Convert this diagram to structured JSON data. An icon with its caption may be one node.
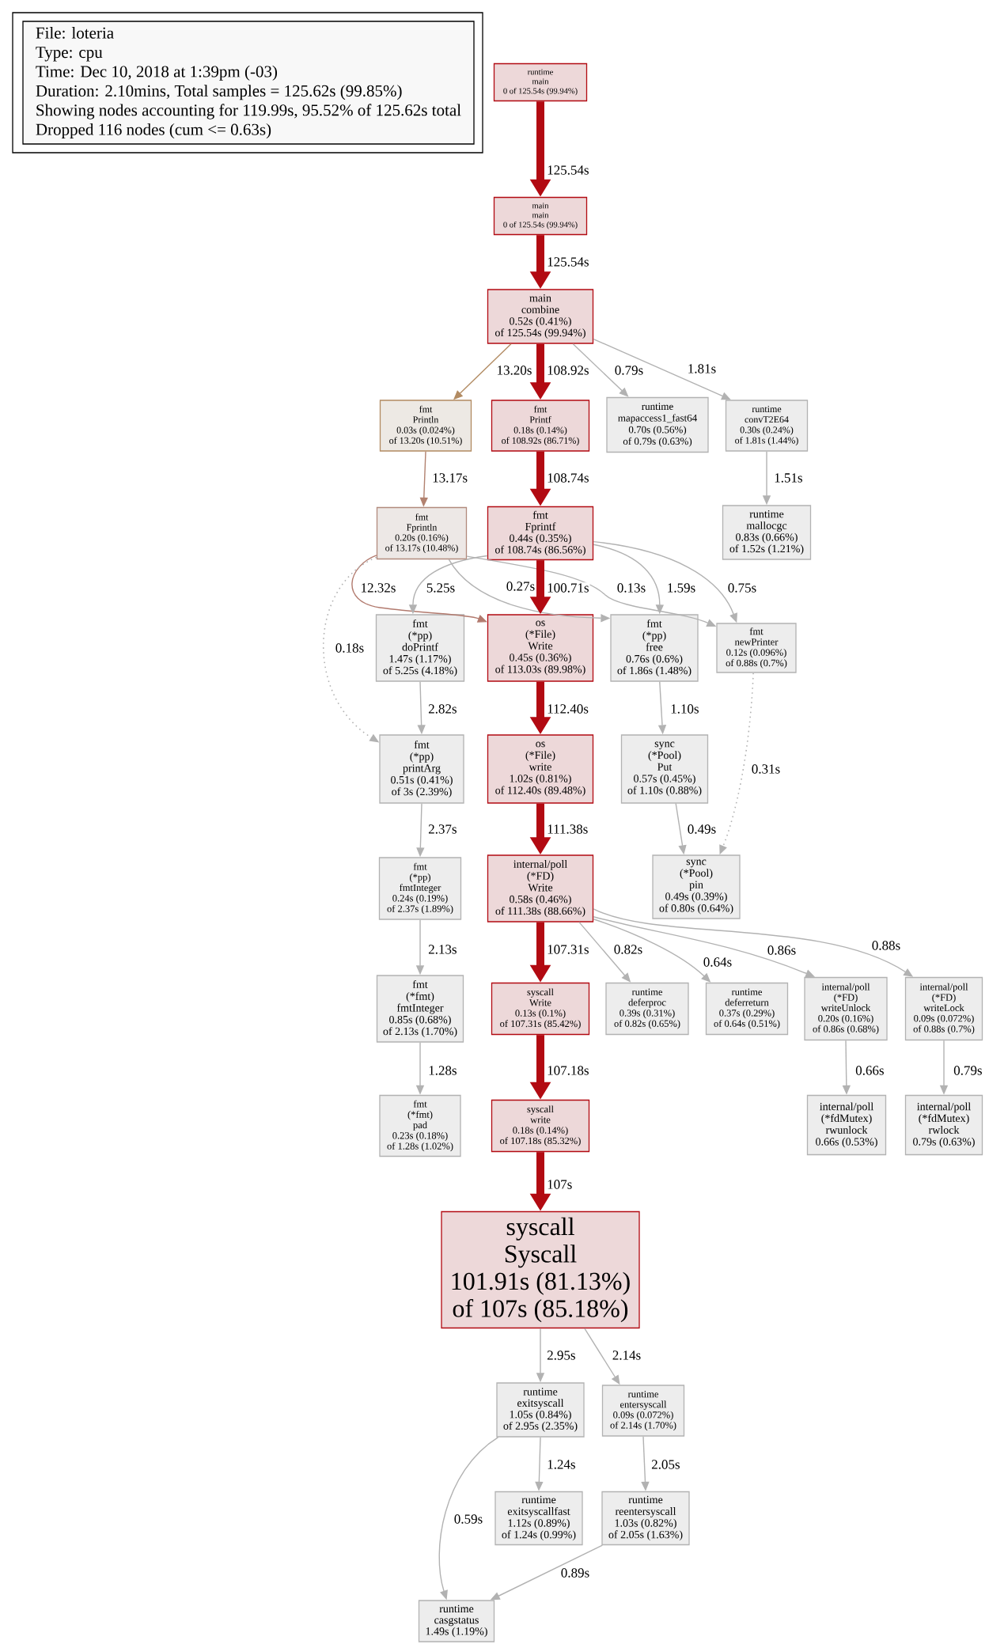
{
  "diagram": {
    "nodes": [
      {
        "text": [
          "File: loteria",
          "Type: cpu",
          "Time: Dec 10, 2018 at 1:39pm (-03)",
          "Duration: 2.10mins, Total samples = 125.62s (99.85%)",
          "Showing nodes accounting for 119.99s, 95.52% of 125.62s total",
          "Dropped 116 nodes (cum <= 0.63s)"
        ]
      },
      {
        "text": [
          "runtime",
          "main",
          "0 of 125.54s (99.94%)"
        ]
      },
      {
        "text": [
          "main",
          "main",
          "0 of 125.54s (99.94%)"
        ]
      },
      {
        "text": [
          "main",
          "combine",
          "0.52s (0.41%)",
          "of 125.54s (99.94%)"
        ]
      },
      {
        "text": [
          "fmt",
          "Println",
          "0.03s (0.024%)",
          "of 13.20s (10.51%)"
        ]
      },
      {
        "text": [
          "fmt",
          "Printf",
          "0.18s (0.14%)",
          "of 108.92s (86.71%)"
        ]
      },
      {
        "text": [
          "runtime",
          "mapaccess1_fast64",
          "0.70s (0.56%)",
          "of 0.79s (0.63%)"
        ]
      },
      {
        "text": [
          "runtime",
          "convT2E64",
          "0.30s (0.24%)",
          "of 1.81s (1.44%)"
        ]
      },
      {
        "text": [
          "fmt",
          "Fprintln",
          "0.20s (0.16%)",
          "of 13.17s (10.48%)"
        ]
      },
      {
        "text": [
          "fmt",
          "Fprintf",
          "0.44s (0.35%)",
          "of 108.74s (86.56%)"
        ]
      },
      {
        "text": [
          "runtime",
          "mallocgc",
          "0.83s (0.66%)",
          "of 1.52s (1.21%)"
        ]
      },
      {
        "text": [
          "fmt",
          "(*pp)",
          "doPrintf",
          "1.47s (1.17%)",
          "of 5.25s (4.18%)"
        ]
      },
      {
        "text": [
          "os",
          "(*File)",
          "Write",
          "0.45s (0.36%)",
          "of 113.03s (89.98%)"
        ]
      },
      {
        "text": [
          "fmt",
          "(*pp)",
          "free",
          "0.76s (0.6%)",
          "of 1.86s (1.48%)"
        ]
      },
      {
        "text": [
          "fmt",
          "newPrinter",
          "0.12s (0.096%)",
          "of 0.88s (0.7%)"
        ]
      },
      {
        "text": [
          "fmt",
          "(*pp)",
          "printArg",
          "0.51s (0.41%)",
          "of 3s (2.39%)"
        ]
      },
      {
        "text": [
          "os",
          "(*File)",
          "write",
          "1.02s (0.81%)",
          "of 112.40s (89.48%)"
        ]
      },
      {
        "text": [
          "sync",
          "(*Pool)",
          "Put",
          "0.57s (0.45%)",
          "of 1.10s (0.88%)"
        ]
      },
      {
        "text": [
          "fmt",
          "(*pp)",
          "fmtInteger",
          "0.24s (0.19%)",
          "of 2.37s (1.89%)"
        ]
      },
      {
        "text": [
          "internal/poll",
          "(*FD)",
          "Write",
          "0.58s (0.46%)",
          "of 111.38s (88.66%)"
        ]
      },
      {
        "text": [
          "sync",
          "(*Pool)",
          "pin",
          "0.49s (0.39%)",
          "of 0.80s (0.64%)"
        ]
      },
      {
        "text": [
          "fmt",
          "(*fmt)",
          "fmtInteger",
          "0.85s (0.68%)",
          "of 2.13s (1.70%)"
        ]
      },
      {
        "text": [
          "syscall",
          "Write",
          "0.13s (0.1%)",
          "of 107.31s (85.42%)"
        ]
      },
      {
        "text": [
          "runtime",
          "deferproc",
          "0.39s (0.31%)",
          "of 0.82s (0.65%)"
        ]
      },
      {
        "text": [
          "runtime",
          "deferreturn",
          "0.37s (0.29%)",
          "of 0.64s (0.51%)"
        ]
      },
      {
        "text": [
          "internal/poll",
          "(*FD)",
          "writeUnlock",
          "0.20s (0.16%)",
          "of 0.86s (0.68%)"
        ]
      },
      {
        "text": [
          "internal/poll",
          "(*FD)",
          "writeLock",
          "0.09s (0.072%)",
          "of 0.88s (0.7%)"
        ]
      },
      {
        "text": [
          "fmt",
          "(*fmt)",
          "pad",
          "0.23s (0.18%)",
          "of 1.28s (1.02%)"
        ]
      },
      {
        "text": [
          "syscall",
          "write",
          "0.18s (0.14%)",
          "of 107.18s (85.32%)"
        ]
      },
      {
        "text": [
          "internal/poll",
          "(*fdMutex)",
          "rwunlock",
          "0.66s (0.53%)"
        ]
      },
      {
        "text": [
          "internal/poll",
          "(*fdMutex)",
          "rwlock",
          "0.79s (0.63%)"
        ]
      },
      {
        "text": [
          "syscall",
          "Syscall",
          "101.91s (81.13%)",
          "of 107s (85.18%)"
        ]
      },
      {
        "text": [
          "runtime",
          "exitsyscall",
          "1.05s (0.84%)",
          "of 2.95s (2.35%)"
        ]
      },
      {
        "text": [
          "runtime",
          "entersyscall",
          "0.09s (0.072%)",
          "of 2.14s (1.70%)"
        ]
      },
      {
        "text": [
          "runtime",
          "exitsyscallfast",
          "1.12s (0.89%)",
          "of 1.24s (0.99%)"
        ]
      },
      {
        "text": [
          "runtime",
          "reentersyscall",
          "1.03s (0.82%)",
          "of 2.05s (1.63%)"
        ]
      },
      {
        "text": [
          "runtime",
          "casgstatus",
          "1.49s (1.19%)"
        ]
      }
    ],
    "edges": [
      {
        "from": 1,
        "to": 2,
        "arrow": "to",
        "label": "125.54s",
        "style": "thick",
        "color": "#b20a12"
      },
      {
        "from": 2,
        "to": 3,
        "arrow": "to",
        "label": "125.54s",
        "style": "thick",
        "color": "#b20a12"
      },
      {
        "from": 3,
        "to": 4,
        "arrow": "to",
        "label": "13.20s",
        "color": "#b28b62"
      },
      {
        "from": 3,
        "to": 5,
        "arrow": "to",
        "label": "108.92s",
        "style": "thick",
        "color": "#b20a12"
      },
      {
        "from": 3,
        "to": 6,
        "arrow": "to",
        "label": "0.79s"
      },
      {
        "from": 3,
        "to": 7,
        "arrow": "to",
        "label": "1.81s"
      },
      {
        "from": 4,
        "to": 8,
        "arrow": "to",
        "label": "13.17s",
        "color": "#b28270"
      },
      {
        "from": 5,
        "to": 9,
        "arrow": "to",
        "label": "108.74s",
        "style": "thick",
        "color": "#b20a12"
      },
      {
        "from": 7,
        "to": 10,
        "arrow": "to",
        "label": "1.51s"
      },
      {
        "from": 8,
        "to": 12,
        "arrow": "to",
        "label": "12.32s",
        "color": "#b27a6e"
      },
      {
        "from": 8,
        "to": 15,
        "arrow": "to",
        "label": "0.18s",
        "style": "dashed"
      },
      {
        "from": 9,
        "to": 11,
        "arrow": "to",
        "label": "5.25s"
      },
      {
        "from": 8,
        "to": 13,
        "arrow": "to",
        "label": "0.27s"
      },
      {
        "from": 8,
        "to": 14,
        "arrow": "to",
        "label": "0.13s"
      },
      {
        "from": 9,
        "to": 12,
        "arrow": "to",
        "label": "100.71s",
        "style": "thick",
        "color": "#b20a12"
      },
      {
        "from": 9,
        "to": 13,
        "arrow": "to",
        "label": "1.59s"
      },
      {
        "from": 9,
        "to": 14,
        "arrow": "to",
        "label": "0.75s"
      },
      {
        "from": 11,
        "to": 15,
        "arrow": "to",
        "label": "2.82s"
      },
      {
        "from": 12,
        "to": 16,
        "arrow": "to",
        "label": "112.40s",
        "style": "thick",
        "color": "#b20a12"
      },
      {
        "from": 13,
        "to": 17,
        "arrow": "to",
        "label": "1.10s"
      },
      {
        "from": 15,
        "to": 18,
        "arrow": "to",
        "label": "2.37s"
      },
      {
        "from": 16,
        "to": 19,
        "arrow": "to",
        "label": "111.38s",
        "style": "thick",
        "color": "#b20a12"
      },
      {
        "from": 17,
        "to": 20,
        "arrow": "to",
        "label": "0.49s"
      },
      {
        "from": 14,
        "to": 20,
        "arrow": "to",
        "label": "0.31s",
        "style": "dashed"
      },
      {
        "from": 18,
        "to": 21,
        "arrow": "to",
        "label": "2.13s"
      },
      {
        "from": 19,
        "to": 22,
        "arrow": "to",
        "label": "107.31s",
        "style": "thick",
        "color": "#b20a12"
      },
      {
        "from": 19,
        "to": 23,
        "arrow": "to",
        "label": "0.82s"
      },
      {
        "from": 19,
        "to": 24,
        "arrow": "to",
        "label": "0.64s"
      },
      {
        "from": 19,
        "to": 25,
        "arrow": "to",
        "label": "0.86s"
      },
      {
        "from": 19,
        "to": 26,
        "arrow": "to",
        "label": "0.88s"
      },
      {
        "from": 21,
        "to": 27,
        "arrow": "to",
        "label": "1.28s"
      },
      {
        "from": 22,
        "to": 28,
        "arrow": "to",
        "label": "107.18s",
        "style": "thick",
        "color": "#b20a12"
      },
      {
        "from": 25,
        "to": 29,
        "arrow": "to",
        "label": "0.66s"
      },
      {
        "from": 26,
        "to": 30,
        "arrow": "to",
        "label": "0.79s"
      },
      {
        "from": 28,
        "to": 31,
        "arrow": "to",
        "label": "107s",
        "style": "thick",
        "color": "#b20a12"
      },
      {
        "from": 31,
        "to": 32,
        "arrow": "to",
        "label": "2.95s"
      },
      {
        "from": 31,
        "to": 33,
        "arrow": "to",
        "label": "2.14s"
      },
      {
        "from": 32,
        "to": 34,
        "arrow": "to",
        "label": "1.24s"
      },
      {
        "from": 32,
        "to": 36,
        "arrow": "to",
        "label": "0.59s"
      },
      {
        "from": 33,
        "to": 35,
        "arrow": "to",
        "label": "2.05s"
      },
      {
        "from": 35,
        "to": 36,
        "arrow": "to",
        "label": "0.89s"
      }
    ]
  }
}
